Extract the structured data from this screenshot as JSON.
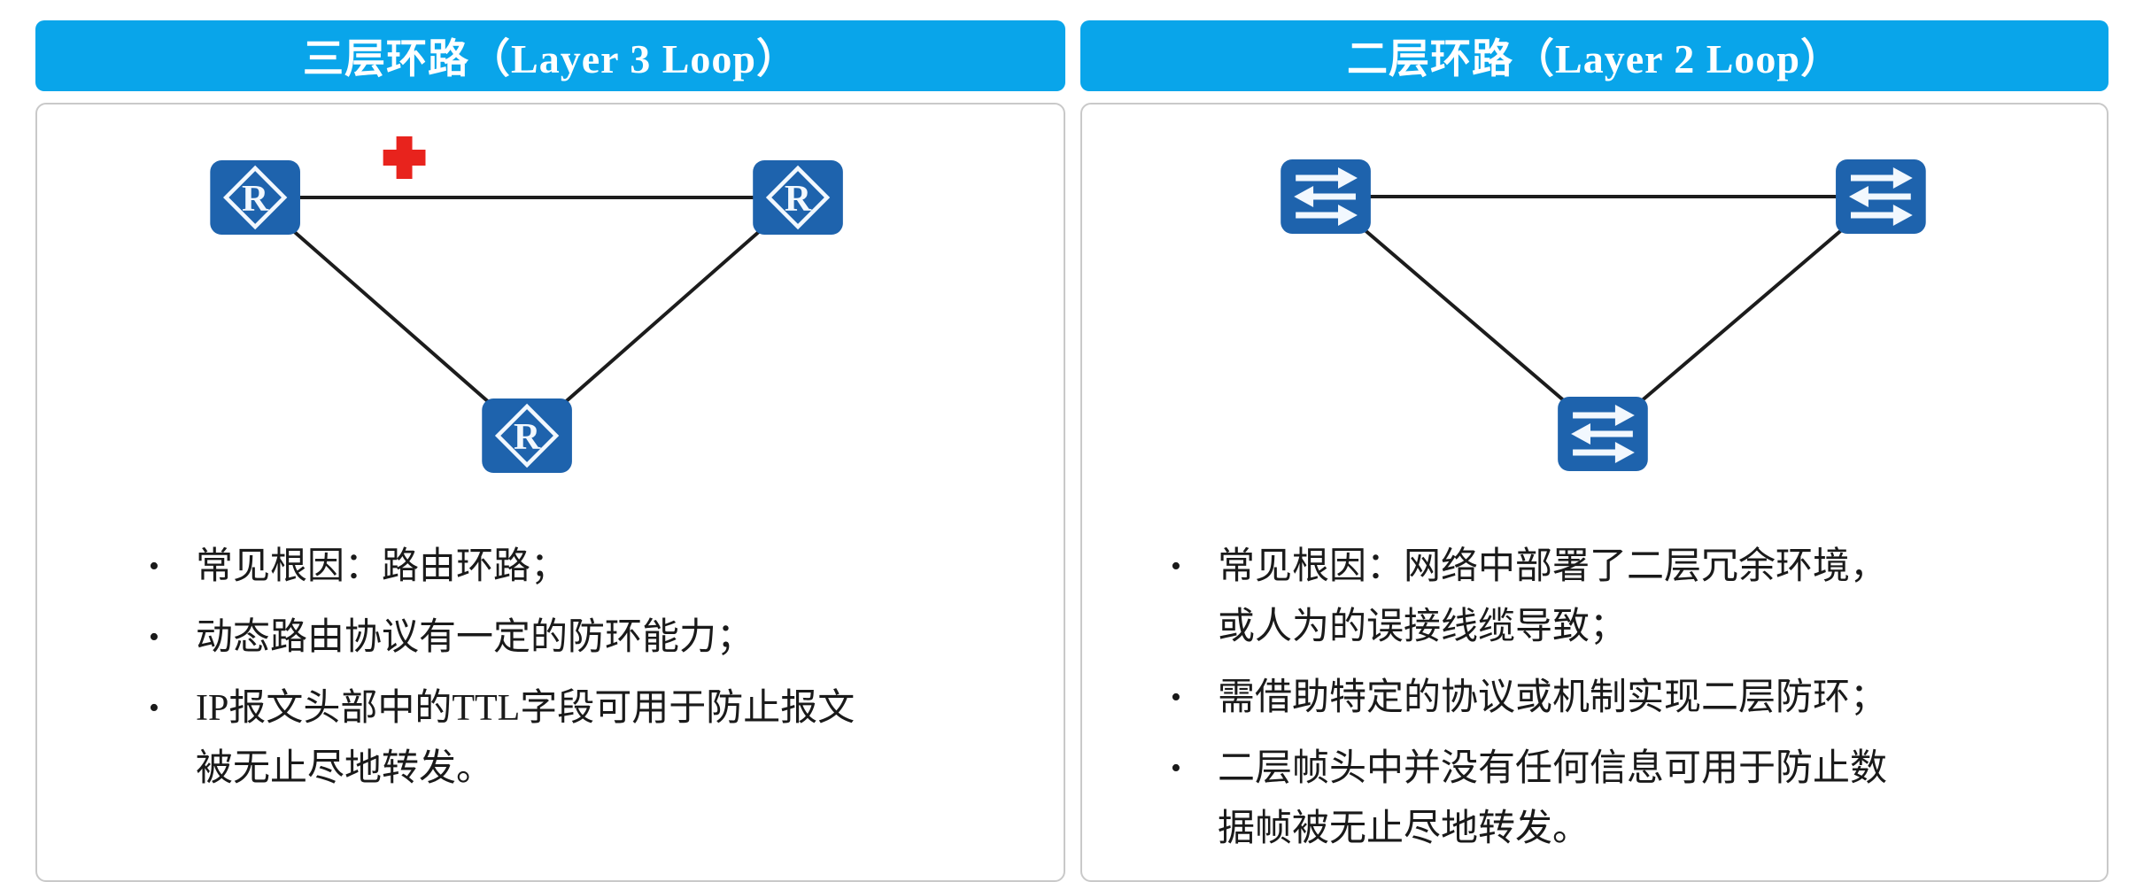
{
  "bullet_char": "•",
  "colors": {
    "header_bg": "#09a5ea",
    "title_text": "#ffffff",
    "panel_border": "#c9c9c9",
    "node_blue": "#1e63ad",
    "cross_red": "#e8231d",
    "line_color": "#1c1c1c",
    "body_text": "#1a1a1a"
  },
  "panels": [
    {
      "id": "layer3",
      "title": "三层环路（Layer 3 Loop）",
      "node_type": "router",
      "router_letter": "R",
      "bullets": [
        {
          "lines": [
            "常见根因：路由环路；"
          ]
        },
        {
          "lines": [
            "动态路由协议有一定的防环能力；"
          ]
        },
        {
          "lines": [
            "IP报文头部中的TTL字段可用于防止报文",
            "被无止尽地转发。"
          ]
        }
      ]
    },
    {
      "id": "layer2",
      "title": "二层环路（Layer 2 Loop）",
      "node_type": "switch",
      "bullets": [
        {
          "lines": [
            "常见根因：网络中部署了二层冗余环境，",
            "或人为的误接线缆导致；"
          ]
        },
        {
          "lines": [
            "需借助特定的协议或机制实现二层防环；"
          ]
        },
        {
          "lines": [
            "二层帧头中并没有任何信息可用于防止数",
            "据帧被无止尽地转发。"
          ]
        }
      ]
    }
  ]
}
